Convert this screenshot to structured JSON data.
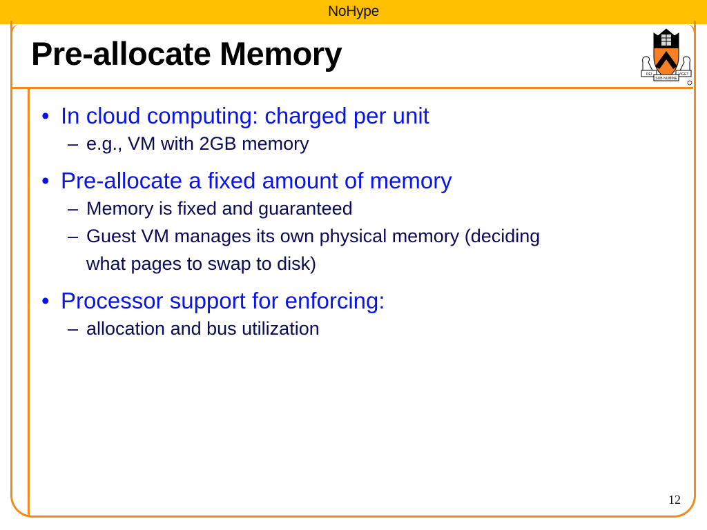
{
  "banner": {
    "title": "NoHype"
  },
  "slide": {
    "title": "Pre-allocate Memory",
    "logo": "princeton-shield-logo",
    "bullets": [
      {
        "text": "In cloud computing: charged per unit",
        "sub": [
          "e.g., VM with 2GB memory"
        ]
      },
      {
        "text": "Pre-allocate a fixed amount of memory",
        "sub": [
          "Memory is fixed and guaranteed",
          "Guest VM manages its own physical memory (deciding what pages to swap to disk)"
        ]
      },
      {
        "text": "Processor support for enforcing:",
        "sub": [
          "allocation and bus utilization"
        ]
      }
    ],
    "page_number": "12"
  },
  "colors": {
    "banner": "#ffc000",
    "frame": "#f08a1e",
    "bullet_l1": "#0a14e6",
    "bullet_l2": "#0a0a55"
  },
  "glyphs": {
    "bullet": "•",
    "dash": "–"
  }
}
